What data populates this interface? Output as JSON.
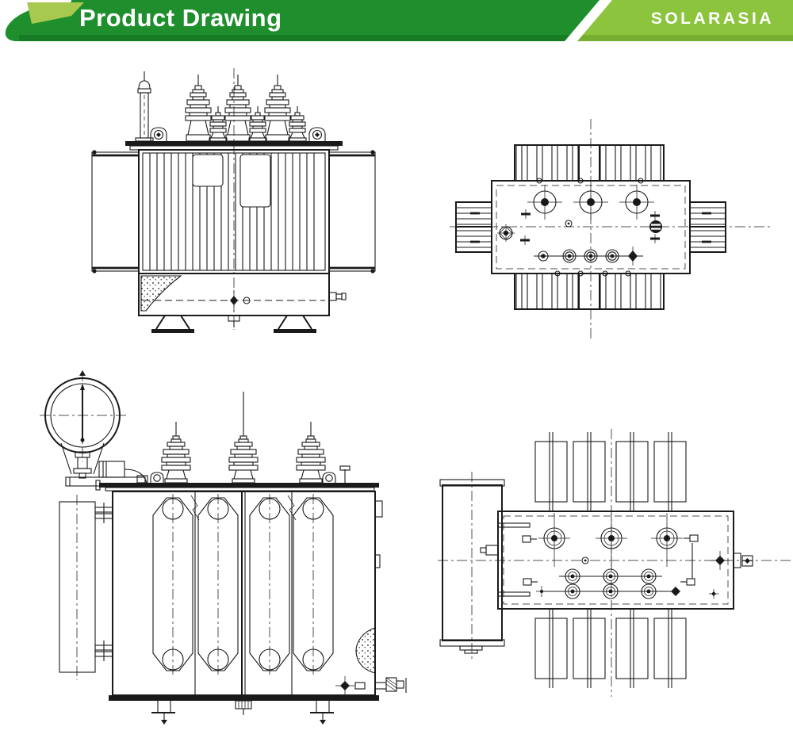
{
  "header": {
    "title": "Product Drawing",
    "brand": "SOLARASIA",
    "logo": "solarasia-swoosh-logo"
  },
  "colors": {
    "header-green": "#1f8f2e",
    "header-green-dark": "#177b26",
    "brand-green-light": "#8cc43e",
    "brand-green-dark": "#77ad31",
    "logo-leaf": "#a8c950",
    "line": "#1a1a1a",
    "page-bg": "#ffffff"
  },
  "figures": [
    {
      "name": "transformer-front-view"
    },
    {
      "name": "transformer-top-view"
    },
    {
      "name": "transformer-side-view"
    },
    {
      "name": "transformer-plan-view"
    }
  ]
}
